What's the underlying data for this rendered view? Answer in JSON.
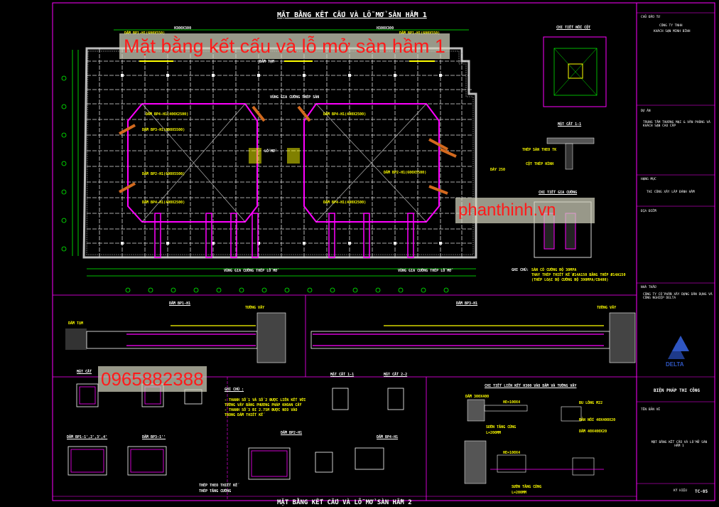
{
  "watermarks": {
    "title": "Mặt bằng kết cấu và lỗ mở sàn hầm 1",
    "site": "phanthinh.vn",
    "phone": "0965882388"
  },
  "sheet": {
    "title": "MẶT BẰNG KẾT CẤU VÀ LỖ MỞ SÀN HẦM 1",
    "bottom_title": "MẶT BẰNG KẾT CẤU VÀ LỖ MỞ SÀN HẦM 2"
  },
  "plan_labels": {
    "beam_bp4": "DẦM BP4-H1(400X2500)",
    "beam_bp3": "DẦM BP3-H1(600X5500)",
    "beam_bp2": "DẦM BP2-H1(600X5500)",
    "reinforce_top": "VÙNG GIA CƯỜNG THÉP SÀN",
    "reinforce_bottom_left": "VÙNG GIA CƯỜNG THÉP LỖ MỞ",
    "reinforce_bottom_right": "VÙNG GIA CƯỜNG THÉP LỖ MỞ",
    "opening": "LỖ MỞ",
    "bp1_label": "DẦM BP1-H1(600X550)",
    "h_label": "H300X300",
    "h_label2": "H300X300",
    "temp_beam": "DẦM TẠM"
  },
  "right_details": {
    "column_title": "CHI TIẾT NỐI CỘT",
    "section11": "MẶT CẮT 1-1",
    "cut_label": "THÉP SÀN THEO TK",
    "col_label": "CỘT THÉP HÌNH",
    "slab_label": "DÀY 250",
    "reinforce_title": "CHI TIẾT GIA CƯỜNG",
    "notes_title": "GHI CHÚ:",
    "notes": [
      "SÀN CÓ CƯỜNG ĐỘ 30MPA",
      "THAY THÉP THIẾT KẾ Ø14A150 BẰNG THÉP Ø14A150",
      "(THÉP LOẠI ĐỘ CƯỜNG ĐỘ 390MPA/CB400)"
    ]
  },
  "beam_sections": {
    "bp1": "DẦM BP1-H1",
    "bp3": "DẦM BP3-H1",
    "wall": "TƯỜNG VÂY",
    "temp": "DẦM TẠM",
    "section": "MẶT CẮT",
    "section11": "MẶT CẮT 1-1",
    "section22": "MẶT CẮT 2-2",
    "beam_list1": "DẦM BP1-1',2',3',4'",
    "beam_list2": "DẦM BP3-1''",
    "beam_bp2": "DẦM BP2-H1",
    "beam_bp4": "DẦM BP4-H1",
    "notes_title": "GHI CHÚ :",
    "notes": [
      "- THANH SỐ 1 VÀ SỐ 2 ĐƯỢC LIÊN KẾT VỚI",
      "  TƯỜNG VÂY BẰNG PHƯƠNG PHÁP KHOAN CẤY",
      "- THANH SỐ 3 ĐI 2.75M ĐƯỢC NEO VÀO",
      "  TRONG DẦM THIẾT KẾ"
    ],
    "legend1": "THÉP THEO THIẾT KẾ",
    "legend2": "THÉP TĂNG CƯỜNG",
    "connection_title": "CHI TIẾT LIÊN KẾT H300 VÀO DẦM VÀ TƯỜNG VÂY",
    "conn_labels": [
      "DẦM 300X400",
      "HE=100X4",
      "DẦM 40X400X20",
      "BẢN NỐI 40X400X20",
      "BU LÔNG M22",
      "SƯỜN TĂNG CỨNG",
      "L=200MM",
      "HE=100X4",
      "SƯỜN TĂNG CỨNG",
      "L=200MM"
    ]
  },
  "title_block": {
    "owner_label": "CHỦ ĐẦU TƯ",
    "owner": "CÔNG TY TNHH",
    "owner2": "KHÁCH SẠN MINH BÌNH",
    "project_label": "DỰ ÁN",
    "project": "TRUNG TÂM THƯƠNG MẠI & VĂN PHÒNG VÀ KHÁCH SẠN CAO CẤP",
    "item_label": "HẠNG MỤC",
    "item": "THI CÔNG XÂY LẮP ĐÁNH HẦM",
    "address_label": "ĐỊA ĐIỂM",
    "contractor_label": "NHÀ THẦU",
    "contractor": "CÔNG TY CỔ PHẦN XÂY DỰNG DÂN DỤNG VÀ CÔNG NGHIỆP DELTA",
    "logo": "DELTA",
    "stage": "BIỆN PHÁP THI CÔNG",
    "drawing_label": "TÊN BẢN VẼ",
    "drawing": "MẶT BẰNG KẾT CẤU VÀ LỖ MỞ SÀN HẦM 1",
    "sheet_no": "TC-05",
    "sheet_label": "KÝ HIỆU"
  },
  "colors": {
    "background": "#000000",
    "grid": "#ffffff",
    "beam_magenta": "#ff00ff",
    "dimension_green": "#00ff00",
    "hatch_yellow": "#ffff00",
    "watermark_red": "#ff1a1a",
    "logo_blue": "#1e3a8a"
  }
}
